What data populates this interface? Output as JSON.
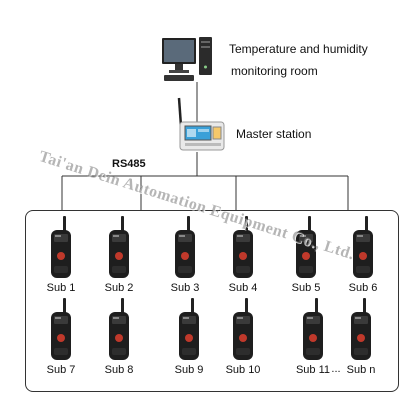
{
  "computer": {
    "label_line1": "Temperature and humidity",
    "label_line2": "monitoring room",
    "icon": "desktop-computer-icon"
  },
  "master": {
    "label": "Master station",
    "icon": "master-station-device-icon"
  },
  "bus": {
    "label": "RS485"
  },
  "watermark": {
    "text": "Tai'an Dein Automation Equipment Co., Ltd."
  },
  "subs": {
    "row1": [
      "Sub 1",
      "Sub 2",
      "Sub 3",
      "Sub 4",
      "Sub 5",
      "Sub 6"
    ],
    "row2": [
      "Sub 7",
      "Sub 8",
      "Sub 9",
      "Sub 10",
      "Sub 11",
      "...",
      "Sub n"
    ],
    "icon": "wireless-sensor-icon"
  },
  "colors": {
    "line": "#333333",
    "device_body": "#1e1e1e",
    "device_accent": "#c0392b",
    "master_screen": "#3aa0d8"
  }
}
